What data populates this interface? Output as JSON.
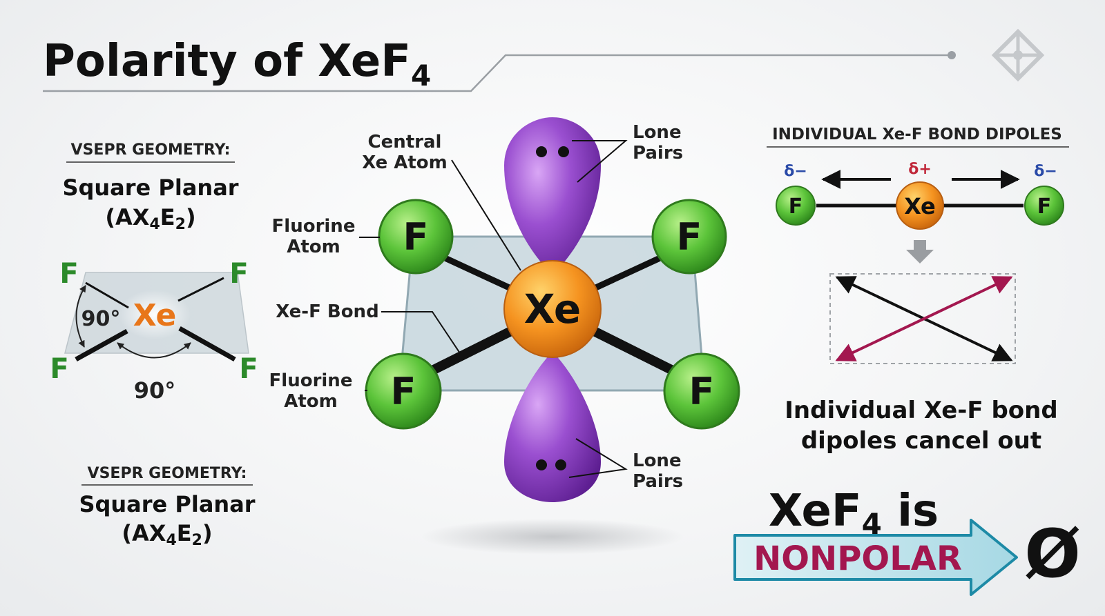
{
  "title": {
    "main": "Polarity of XeF",
    "sub": "4"
  },
  "left_top": {
    "heading": "VSEPR GEOMETRY:",
    "shape": "Square Planar",
    "formula_a": "(AX",
    "formula_4": "4",
    "formula_e": "E",
    "formula_2": "2",
    "formula_close": ")"
  },
  "mini_diagram": {
    "center": "Xe",
    "fluorine": "F",
    "angle_left": "90°",
    "angle_bottom": "90°"
  },
  "left_bottom": {
    "heading": "VSEPR GEOMETRY:",
    "shape": "Square Planar",
    "formula_a": "(AX",
    "formula_4": "4",
    "formula_e": "E",
    "formula_2": "2",
    "formula_close": ")"
  },
  "molecule": {
    "center": "Xe",
    "fluorine": "F",
    "labels": {
      "central_1": "Central",
      "central_2": "Xe Atom",
      "fluorine_1": "Fluorine",
      "fluorine_2": "Atom",
      "bond": "Xe-F Bond",
      "fluorine_b1": "Fluorine",
      "fluorine_b2": "Atom",
      "lone_top_1": "Lone",
      "lone_top_2": "Pairs",
      "lone_bot_1": "Lone",
      "lone_bot_2": "Pairs"
    }
  },
  "dipoles": {
    "heading": "INDIVIDUAL Xe-F BOND DIPOLES",
    "delta_minus_left": "δ−",
    "delta_plus": "δ+",
    "delta_minus_right": "δ−",
    "left_atom": "F",
    "center_atom": "Xe",
    "right_atom": "F",
    "caption_1": "Individual Xe-F bond",
    "caption_2": "dipoles cancel out"
  },
  "conclusion": {
    "line_main": "XeF",
    "line_sub": "4",
    "line_end": " is",
    "badge": "NONPOLAR",
    "symbol": "Ø"
  },
  "icons": {
    "logo": "diamond-compass-icon",
    "arrow": "down-arrow-icon"
  },
  "colors": {
    "xenon": "#f28c1c",
    "fluorine": "#57c23a",
    "lone_pair": "#8d3fc4",
    "nonpolar": "#a3174f",
    "delta_minus": "#2a4aa8",
    "delta_plus": "#c0283a"
  }
}
